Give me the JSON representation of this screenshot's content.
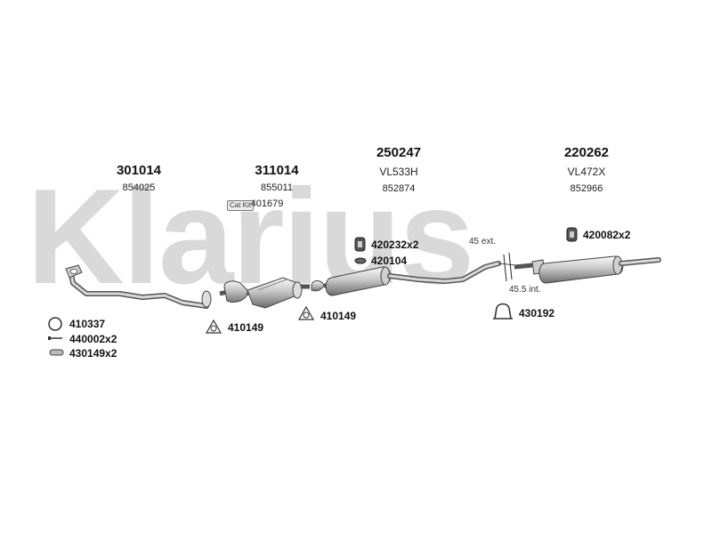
{
  "watermark": "Klarius",
  "groups": [
    {
      "main": "301014",
      "sub": "854025"
    },
    {
      "main": "311014",
      "sub": "855011"
    },
    {
      "main": "250247",
      "code": "VL533H",
      "sub": "852874"
    },
    {
      "main": "220262",
      "code": "VL472X",
      "sub": "852966"
    }
  ],
  "cat_kit": {
    "badge": "Cat Kit",
    "number": "401679"
  },
  "parts": {
    "p420232": "420232x2",
    "p420104": "420104",
    "p420082": "420082x2",
    "p410337": "410337",
    "p440002": "440002x2",
    "p430149": "430149x2",
    "p410149a": "410149",
    "p410149b": "410149",
    "p430192": "430192"
  },
  "notes": {
    "ext": "45 ext.",
    "int": "45.5 int."
  }
}
